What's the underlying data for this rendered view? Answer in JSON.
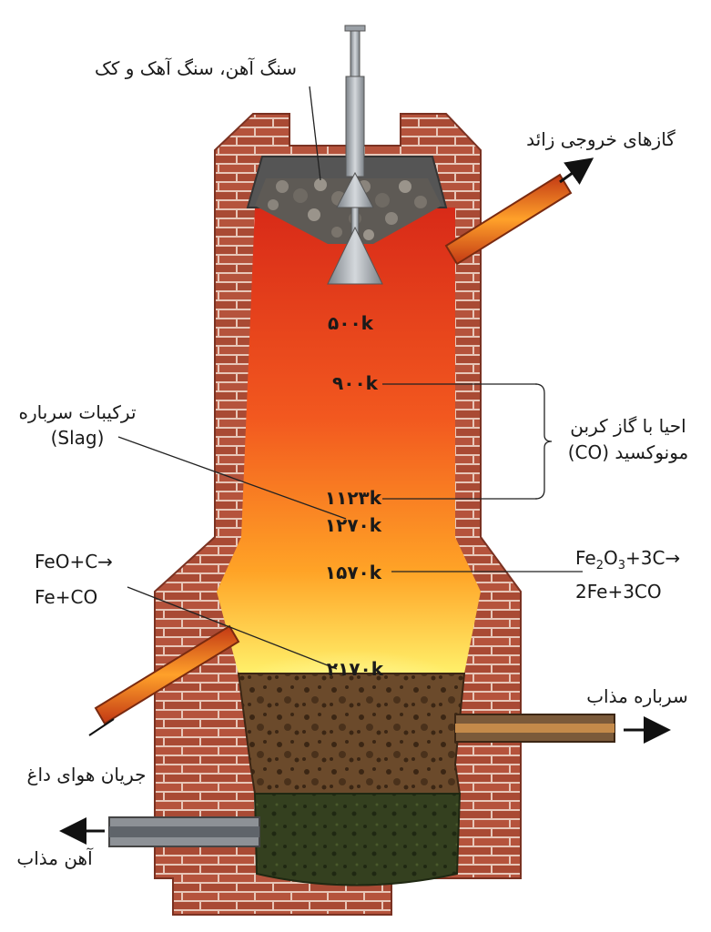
{
  "labels": {
    "charge": "سنگ آهن، سنگ آهک و کک",
    "exhaust": "گازهای خروجی زائد",
    "reduction_line1": "احیا با گاز کربن",
    "reduction_line2": "مونوکسید (CO)",
    "slag_components_line1": "ترکیبات سرباره",
    "slag_components_line2": "(Slag)",
    "feo_reaction_line1": "FeO+C→",
    "feo_reaction_line2": "Fe+CO",
    "fe2o3_part1": "Fe",
    "fe2o3_sub1": "2",
    "fe2o3_part2": "O",
    "fe2o3_sub2": "3",
    "fe2o3_part3": "+3C→",
    "fe2o3_line2": "2Fe+3CO",
    "hot_air": "جریان هوای داغ",
    "molten_slag": "سرباره مذاب",
    "molten_iron": "آهن مذاب"
  },
  "temperatures": [
    "۵۰۰k",
    "۹۰۰k",
    "۱۱۲۳k",
    "۱۲۷۰k",
    "۱۵۷۰k",
    "۲۱۷۰k"
  ],
  "colors": {
    "brick": "#b5533c",
    "mortar": "#e7c6b8",
    "hot_top": "#e8341a",
    "hot_bottom": "#ffe04a",
    "slag": "#6b4a2b",
    "iron": "#2f3a1f",
    "steel": "#9aa0a6"
  }
}
